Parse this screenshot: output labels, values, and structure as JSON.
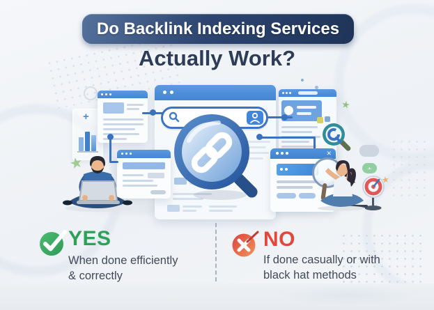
{
  "title": {
    "badge": "Do Backlink Indexing Services",
    "subtitle": "Actually Work?"
  },
  "verdicts": {
    "yes": {
      "label": "YES",
      "lines": [
        "When done efficiently",
        "& correctly"
      ],
      "accent_color": "#2da157"
    },
    "no": {
      "label": "NO",
      "lines": [
        "If done casually or with",
        "black hat methods"
      ],
      "accent_color": "#e2473c"
    }
  },
  "illustration": {
    "icons": {
      "close": "✕",
      "plus": "+",
      "star": "★"
    }
  },
  "colors": {
    "badge_navy": "#2a3f63",
    "headline_navy": "#2d3d57",
    "link_blue": "#3a74c0",
    "window_bar_blue": "#4f8ed8",
    "yes_green": "#2da157",
    "no_red": "#e2473c"
  }
}
